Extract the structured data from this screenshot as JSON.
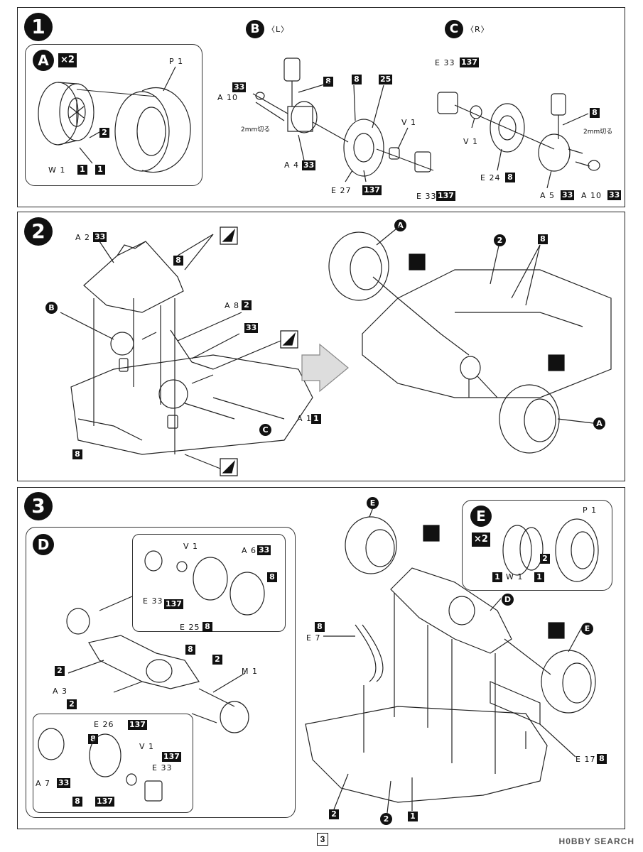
{
  "steps": [
    "1",
    "2",
    "3"
  ],
  "step1": {
    "A": {
      "letter": "A",
      "times": "×2",
      "P1": "P 1",
      "W1": "W 1",
      "p_2": "2",
      "p_1a": "1",
      "p_1b": "1"
    },
    "B": {
      "letter": "B",
      "side": "〈L〉",
      "A10": "A 10",
      "c33a": "33",
      "cut": "2mm切る",
      "p8a": "8",
      "p8b": "8",
      "p25": "25",
      "A4": "A 4",
      "c33b": "33",
      "V1": "V 1",
      "E27": "E 27",
      "c137a": "137",
      "E33": "E 33",
      "c137b": "137"
    },
    "C": {
      "letter": "C",
      "side": "〈R〉",
      "E33": "E 33",
      "c137": "137",
      "V1": "V 1",
      "p8a": "8",
      "cut": "2mm切る",
      "E24": "E 24",
      "p8b": "8",
      "A5": "A 5",
      "c33a": "33",
      "A10": "A 10",
      "c33b": "33"
    }
  },
  "step2": {
    "A2": "A 2",
    "c33a": "33",
    "p8a": "8",
    "B": "B",
    "A8": "A 8",
    "p2a": "2",
    "c33b": "33",
    "A1": "A 1",
    "p1": "1",
    "C": "C",
    "p8b": "8",
    "rA1": "A",
    "r2": "2",
    "r8": "8",
    "rA2": "A"
  },
  "step3": {
    "D": {
      "letter": "D",
      "V1": "V 1",
      "A6": "A 6",
      "c33a": "33",
      "p8a": "8",
      "E33": "E 33",
      "c137a": "137",
      "E25": "E 25",
      "p8b": "8",
      "p8c": "8",
      "p2a": "2",
      "p2b": "2",
      "M1": "M 1",
      "A3": "A 3",
      "p2c": "2",
      "E26": "E 26",
      "c137b": "137",
      "p8d": "8",
      "V1b": "V 1",
      "c137c": "137",
      "E33b": "E 33",
      "A7": "A 7",
      "c33b": "33",
      "p8e": "8",
      "c137d": "137"
    },
    "E": {
      "letter": "E",
      "times": "×2",
      "P1": "P 1",
      "W1": "W 1",
      "p1a": "1",
      "p2": "2",
      "p1b": "1"
    },
    "rE1": "E",
    "rD": "D",
    "rE2": "E",
    "p8": "8",
    "E7": "E 7",
    "E17": "E 17",
    "p8b": "8",
    "p2": "2",
    "c2": "2",
    "p1": "1"
  },
  "page_number": "3",
  "watermark": "H0BBY SEARCH"
}
